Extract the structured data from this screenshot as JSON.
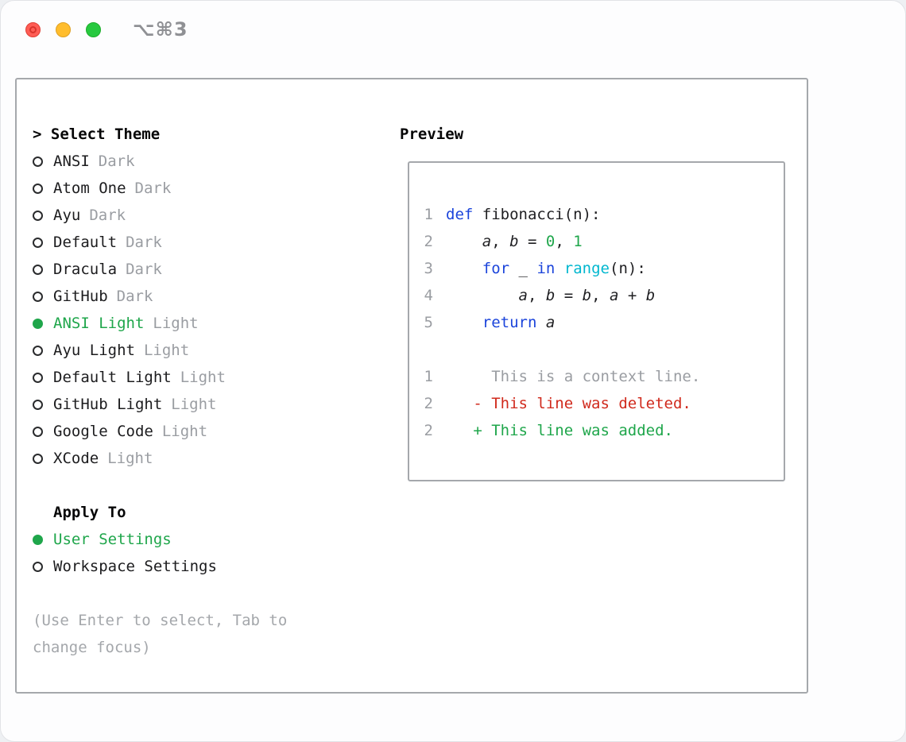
{
  "window": {
    "title_shortcut": "⌥⌘3"
  },
  "colors": {
    "accent_green": "#1fa64b",
    "keyword_blue": "#1b44db",
    "builtin_cyan": "#00b7cf",
    "deleted_red": "#d02a1d",
    "muted_gray": "#9a9da2"
  },
  "theme_picker": {
    "prefix": "> ",
    "title": "Select Theme",
    "items": [
      {
        "name": "ANSI",
        "variant": "Dark",
        "selected": false
      },
      {
        "name": "Atom One",
        "variant": "Dark",
        "selected": false
      },
      {
        "name": "Ayu",
        "variant": "Dark",
        "selected": false
      },
      {
        "name": "Default",
        "variant": "Dark",
        "selected": false
      },
      {
        "name": "Dracula",
        "variant": "Dark",
        "selected": false
      },
      {
        "name": "GitHub",
        "variant": "Dark",
        "selected": false
      },
      {
        "name": "ANSI Light",
        "variant": "Light",
        "selected": true
      },
      {
        "name": "Ayu Light",
        "variant": "Light",
        "selected": false
      },
      {
        "name": "Default Light",
        "variant": "Light",
        "selected": false
      },
      {
        "name": "GitHub Light",
        "variant": "Light",
        "selected": false
      },
      {
        "name": "Google Code",
        "variant": "Light",
        "selected": false
      },
      {
        "name": "XCode",
        "variant": "Light",
        "selected": false
      }
    ]
  },
  "apply_to": {
    "title": "Apply To",
    "options": [
      {
        "label": "User Settings",
        "selected": true
      },
      {
        "label": "Workspace Settings",
        "selected": false
      }
    ]
  },
  "hint": "(Use Enter to select, Tab to change focus)",
  "preview": {
    "title": "Preview",
    "code_lines": [
      {
        "num": "1",
        "tokens": [
          {
            "t": "def",
            "c": "kw"
          },
          {
            "t": " fibonacci(n):",
            "c": "pl"
          }
        ]
      },
      {
        "num": "2",
        "tokens": [
          {
            "t": "    ",
            "c": "pl"
          },
          {
            "t": "a",
            "c": "it"
          },
          {
            "t": ", ",
            "c": "pl"
          },
          {
            "t": "b",
            "c": "it"
          },
          {
            "t": " = ",
            "c": "pl"
          },
          {
            "t": "0",
            "c": "num"
          },
          {
            "t": ", ",
            "c": "pl"
          },
          {
            "t": "1",
            "c": "num"
          }
        ]
      },
      {
        "num": "3",
        "tokens": [
          {
            "t": "    ",
            "c": "pl"
          },
          {
            "t": "for",
            "c": "kw"
          },
          {
            "t": " ",
            "c": "pl"
          },
          {
            "t": "_",
            "c": "it"
          },
          {
            "t": " ",
            "c": "pl"
          },
          {
            "t": "in",
            "c": "kw"
          },
          {
            "t": " ",
            "c": "pl"
          },
          {
            "t": "range",
            "c": "cy"
          },
          {
            "t": "(n):",
            "c": "pl"
          }
        ]
      },
      {
        "num": "4",
        "tokens": [
          {
            "t": "        ",
            "c": "pl"
          },
          {
            "t": "a",
            "c": "it"
          },
          {
            "t": ", ",
            "c": "pl"
          },
          {
            "t": "b",
            "c": "it"
          },
          {
            "t": " = ",
            "c": "pl"
          },
          {
            "t": "b",
            "c": "it"
          },
          {
            "t": ", ",
            "c": "pl"
          },
          {
            "t": "a",
            "c": "it"
          },
          {
            "t": " + ",
            "c": "pl"
          },
          {
            "t": "b",
            "c": "it"
          }
        ]
      },
      {
        "num": "5",
        "tokens": [
          {
            "t": "    ",
            "c": "pl"
          },
          {
            "t": "return",
            "c": "kw"
          },
          {
            "t": " ",
            "c": "pl"
          },
          {
            "t": "a",
            "c": "it"
          }
        ]
      }
    ],
    "diff_lines": [
      {
        "num": "1",
        "tokens": [
          {
            "t": "     This is a context line.",
            "c": "ctx"
          }
        ]
      },
      {
        "num": "2",
        "tokens": [
          {
            "t": "   ",
            "c": "pl"
          },
          {
            "t": "- This line was deleted.",
            "c": "del"
          }
        ]
      },
      {
        "num": "2",
        "tokens": [
          {
            "t": "   ",
            "c": "pl"
          },
          {
            "t": "+ This line was added.",
            "c": "add"
          }
        ]
      }
    ]
  }
}
